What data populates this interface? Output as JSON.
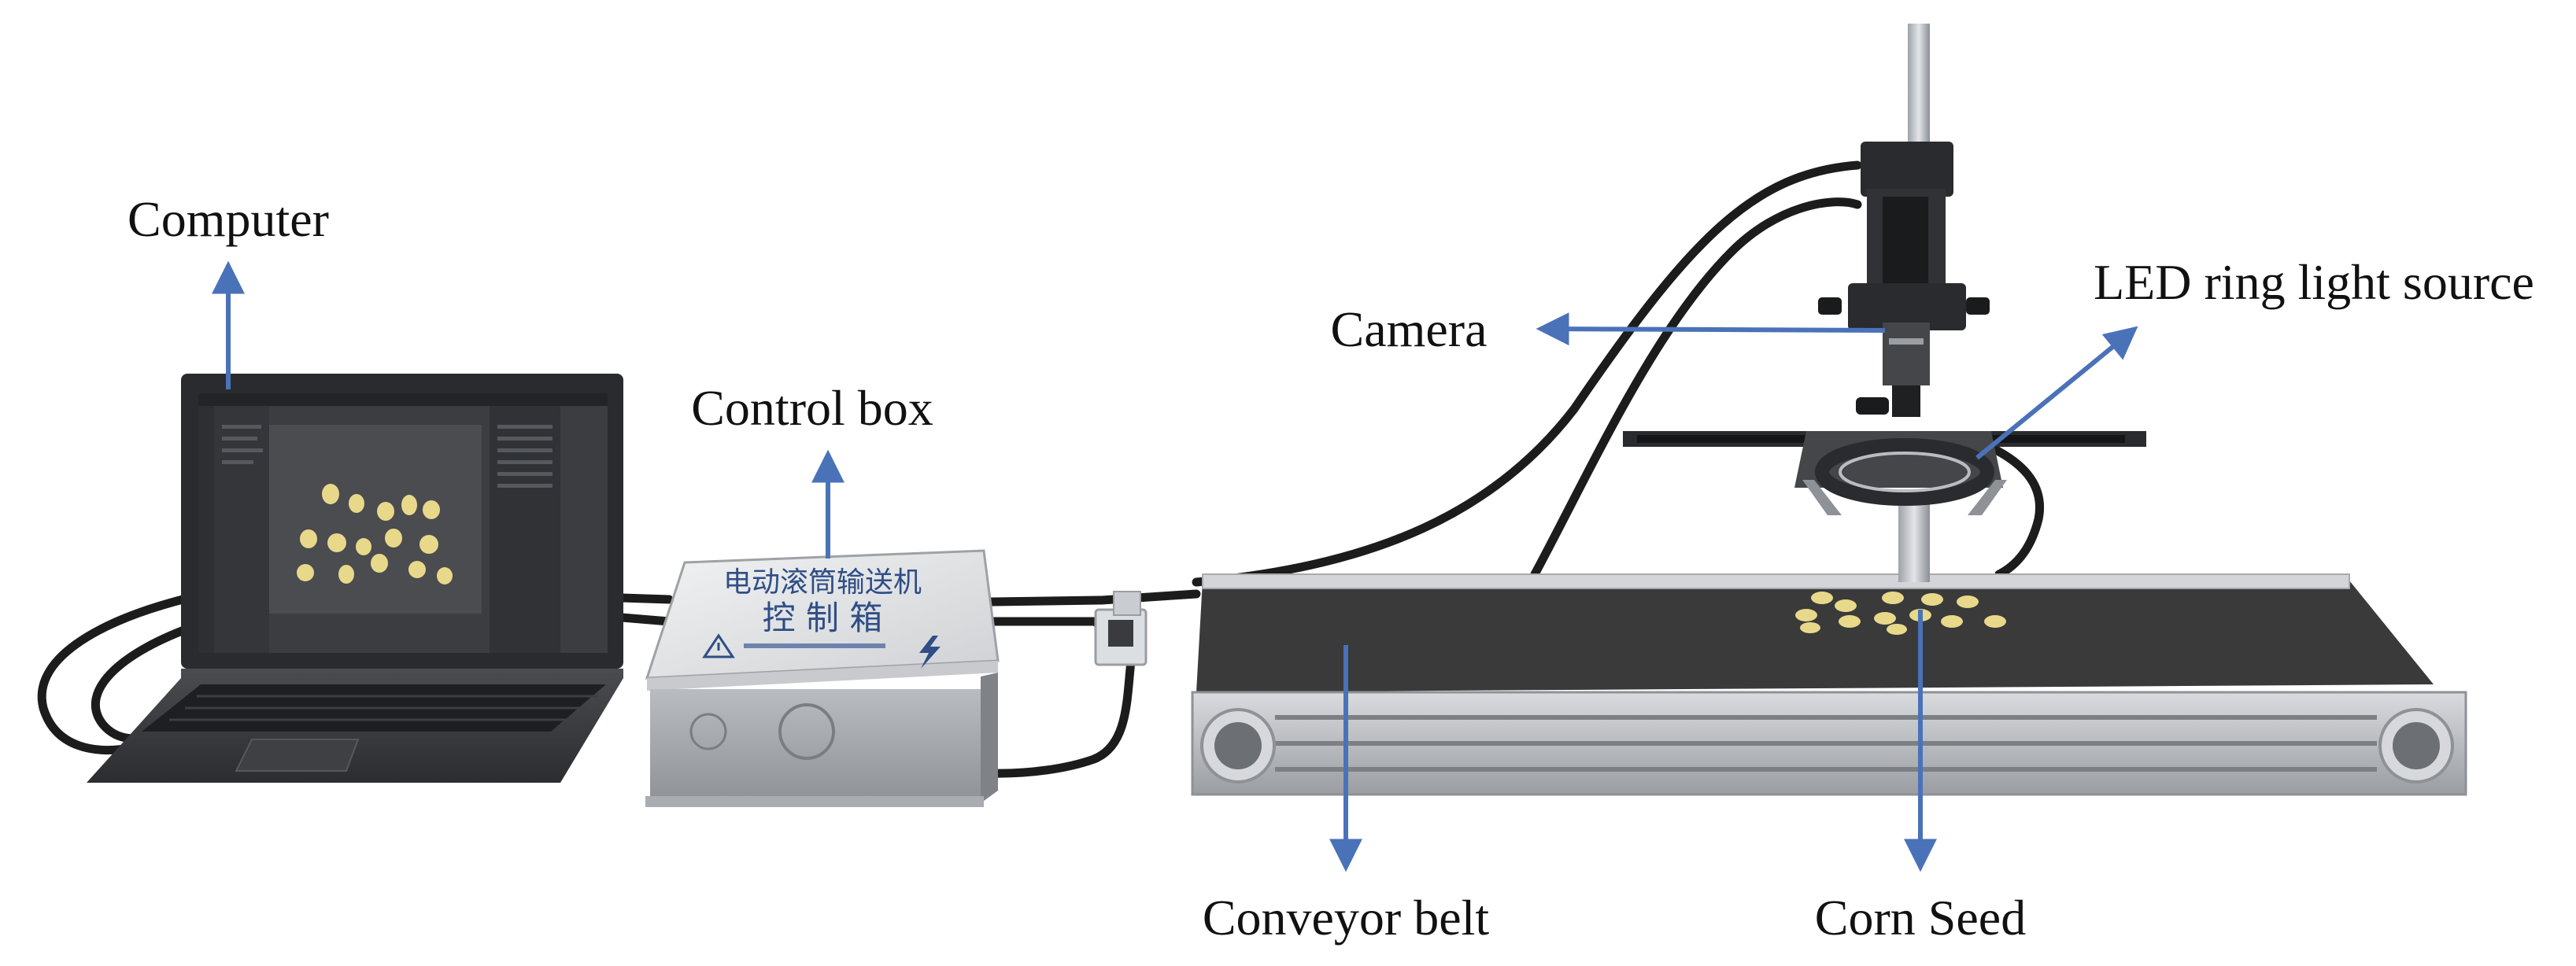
{
  "labels": {
    "computer": "Computer",
    "control_box": "Control box",
    "camera": "Camera",
    "led": "LED ring light source",
    "conveyor": "Conveyor belt",
    "corn": "Corn Seed"
  },
  "control_box_panel": {
    "line1": "电动滚筒输送机",
    "line2": "控 制 箱"
  },
  "colors": {
    "arrow": "#4a72b8",
    "cable": "#1c1c1c",
    "belt": "#3a3a3a",
    "seed": "#e8d88a"
  },
  "icons": {
    "warning": "warning-triangle-icon",
    "lightning": "lightning-icon"
  }
}
